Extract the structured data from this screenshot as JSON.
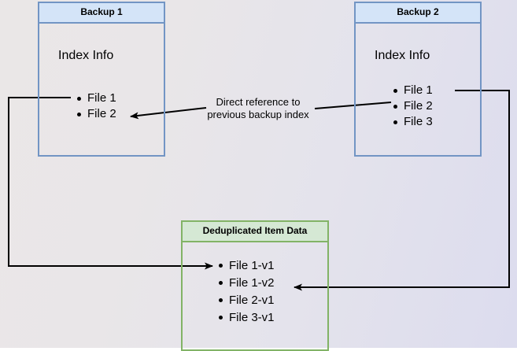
{
  "diagram": {
    "title_hidden": "",
    "colors": {
      "blue_border": "#7295c4",
      "blue_header_fill": "#d4e4f8",
      "green_border": "#82b366",
      "green_header_fill": "#d5e8d4",
      "edge": "#000000",
      "bg_left": "#eae7e7",
      "bg_right": "#dcdcee"
    },
    "boxes": [
      {
        "id": "backup1",
        "title": "Backup 1",
        "section_label": "Index Info",
        "items": [
          "File 1",
          "File 2"
        ]
      },
      {
        "id": "backup2",
        "title": "Backup 2",
        "section_label": "Index Info",
        "items": [
          "File 1",
          "File 2",
          "File 3"
        ]
      },
      {
        "id": "dedup",
        "title": "Deduplicated Item Data",
        "items": [
          "File 1-v1",
          "File 1-v2",
          "File 2-v1",
          "File 3-v1"
        ]
      }
    ],
    "annotations": [
      {
        "id": "direct-reference",
        "line1": "Direct reference to",
        "line2": "previous backup index"
      }
    ]
  }
}
